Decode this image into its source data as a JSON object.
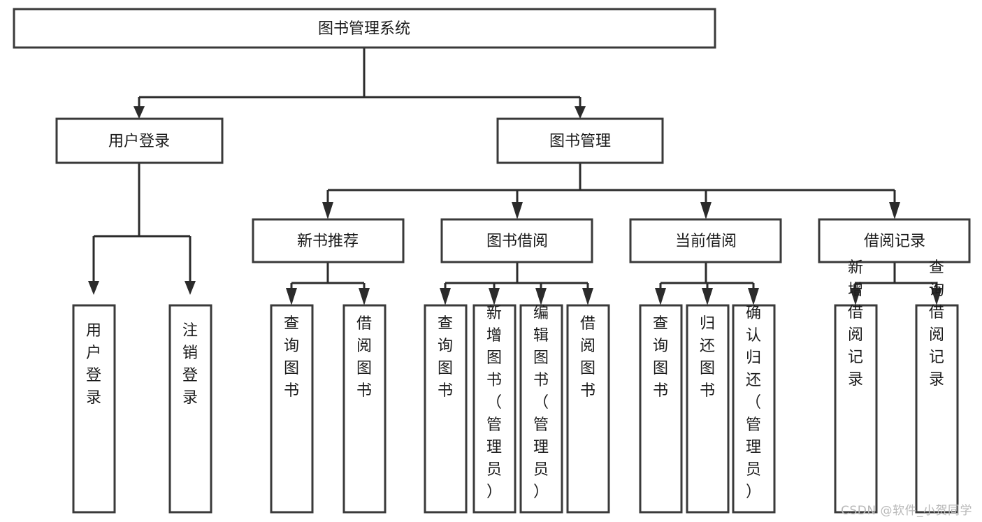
{
  "diagram": {
    "type": "tree-flowchart",
    "title": "图书管理系统",
    "orientation": "top-down",
    "colors": {
      "box_stroke": "#3a3a3a",
      "box_fill": "#ffffff",
      "connector": "#2b2b2b",
      "text": "#1b1b1b",
      "watermark": "#b8b8b8"
    },
    "root": {
      "label": "图书管理系统"
    },
    "level2": [
      {
        "label": "用户登录"
      },
      {
        "label": "图书管理"
      }
    ],
    "level3": [
      {
        "label": "新书推荐"
      },
      {
        "label": "图书借阅"
      },
      {
        "label": "当前借阅"
      },
      {
        "label": "借阅记录"
      }
    ],
    "leaves": {
      "user_login": [
        {
          "label": "用户登录"
        },
        {
          "label": "注销登录"
        }
      ],
      "new_book_recommend": [
        {
          "label": "查询图书"
        },
        {
          "label": "借阅图书"
        }
      ],
      "book_borrow": [
        {
          "label": "查询图书"
        },
        {
          "label": "新增图书（管理员）"
        },
        {
          "label": "编辑图书（管理员）"
        },
        {
          "label": "借阅图书"
        }
      ],
      "current_borrow": [
        {
          "label": "查询图书"
        },
        {
          "label": "归还图书"
        },
        {
          "label": "确认归还（管理员）"
        }
      ],
      "borrow_records": [
        {
          "label": "新增借阅记录"
        },
        {
          "label": "查询借阅记录"
        }
      ]
    }
  },
  "watermark": {
    "text": "CSDN @软件_小贺同学"
  }
}
